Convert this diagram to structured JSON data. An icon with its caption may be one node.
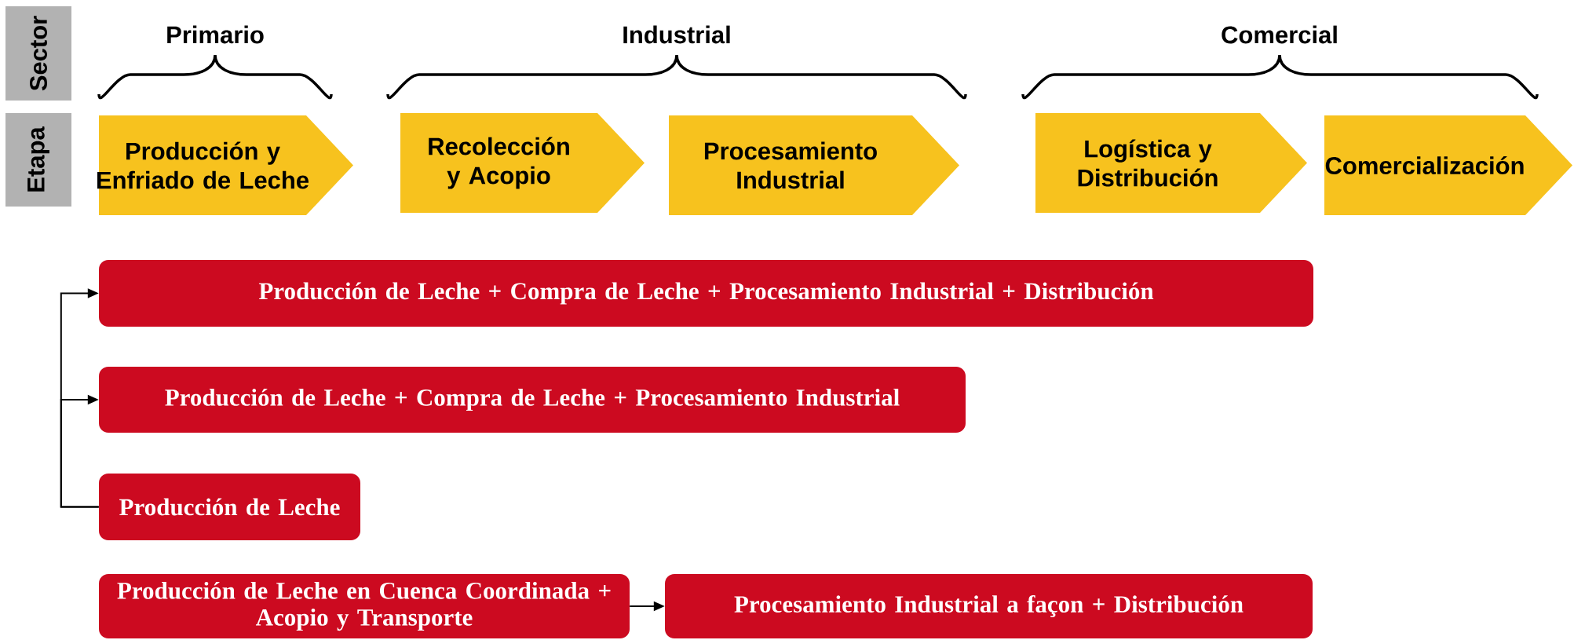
{
  "diagram": {
    "nodes": [
      {
        "text": [
          "Sector"
        ]
      },
      {
        "text": [
          "Etapa"
        ]
      },
      {
        "text": [
          "Producción y Enfriado de Leche"
        ]
      },
      {
        "text": [
          "Recolección y Acopio"
        ]
      },
      {
        "text": [
          "Procesamiento Industrial"
        ]
      },
      {
        "text": [
          "Logística y Distribución"
        ]
      },
      {
        "text": [
          "Comercialización"
        ]
      },
      {
        "text": [
          "Producción de Leche + Compra de Leche + Procesamiento Industrial + Distribución"
        ]
      },
      {
        "text": [
          "Producción de Leche + Compra de Leche + Procesamiento Industrial"
        ]
      },
      {
        "text": [
          "Producción de Leche"
        ]
      },
      {
        "text": [
          "Producción de Leche en Cuenca Coordinada + Acopio y Transporte"
        ]
      },
      {
        "text": [
          "Procesamiento Industrial a façon + Distribución"
        ]
      }
    ],
    "edges": [
      {
        "from": 9,
        "to": 7,
        "arrow": "to"
      },
      {
        "from": 9,
        "to": 8,
        "arrow": "to"
      },
      {
        "from": 10,
        "to": 11,
        "arrow": "to"
      }
    ],
    "labels": [
      "Primario",
      "Industrial",
      "Comercial"
    ]
  }
}
